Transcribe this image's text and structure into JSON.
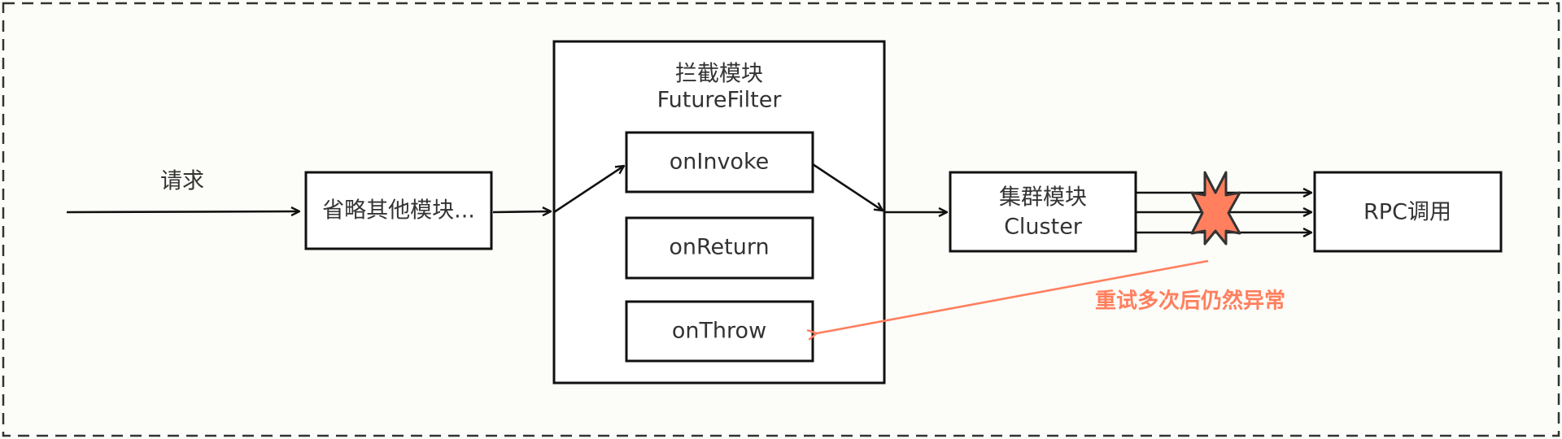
{
  "diagram": {
    "request_label": "请求",
    "other_modules": "省略其他模块...",
    "filter_module": {
      "title": "拦截模块",
      "subtitle": "FutureFilter",
      "hooks": [
        "onInvoke",
        "onReturn",
        "onThrow"
      ]
    },
    "cluster_module": {
      "title": "集群模块",
      "subtitle": "Cluster"
    },
    "rpc_call": "RPC调用",
    "error_note": "重试多次后仍然异常",
    "colors": {
      "background": "#fcfcf8",
      "error": "#ff7f5e",
      "stroke": "#111111"
    }
  }
}
